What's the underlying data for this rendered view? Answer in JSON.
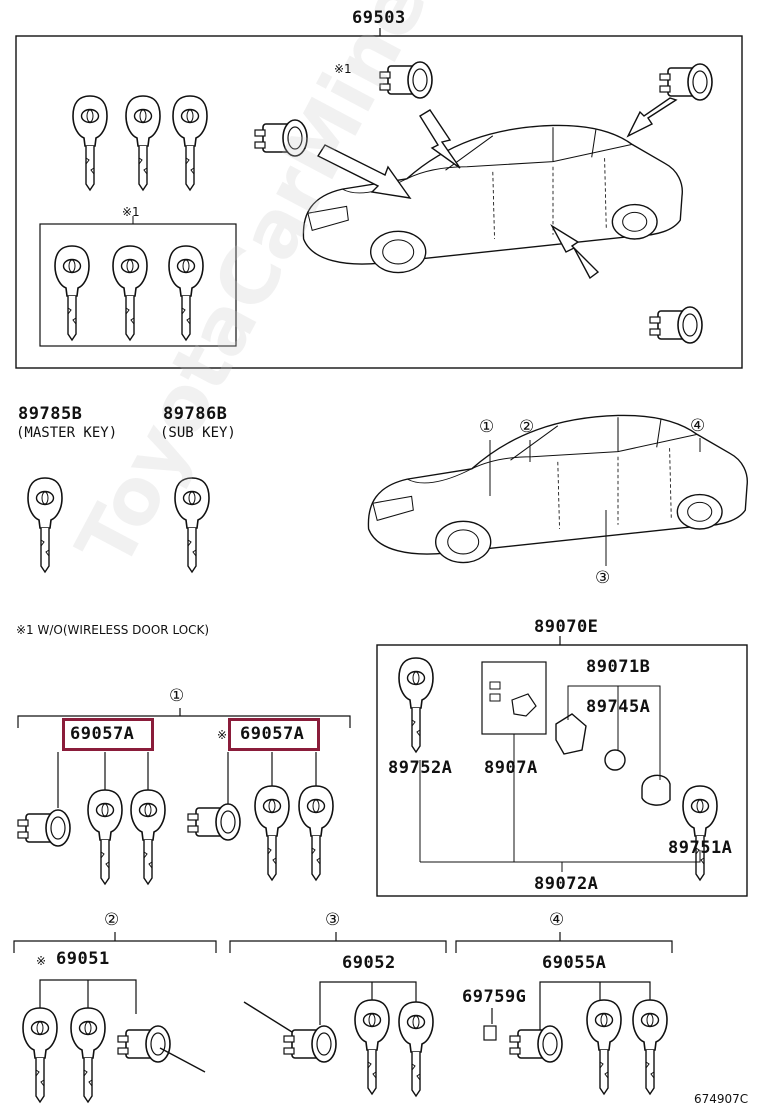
{
  "top_group": {
    "part_no": "69503",
    "note_mark": "※1"
  },
  "inset_mark": "※1",
  "master_key": {
    "part_no": "89785B",
    "label": "(MASTER KEY)"
  },
  "sub_key": {
    "part_no": "89786B",
    "label": "(SUB KEY)"
  },
  "footnote": "※1 W/O(WIRELESS DOOR LOCK)",
  "locations": [
    "①",
    "②",
    "③",
    "④"
  ],
  "group1": {
    "circle": "①",
    "set_a": "69057A",
    "set_b_mark": "※",
    "set_b": "69057A"
  },
  "transmitter": {
    "assy": "89070E",
    "battery_cover": "89071B",
    "battery": "89745A",
    "key_blade": "89752A",
    "board": "8907A",
    "housing": "89751A",
    "sub_assy": "89072A"
  },
  "group2": {
    "circle": "②",
    "mark": "※",
    "part_no": "69051"
  },
  "group3": {
    "circle": "③",
    "part_no": "69052"
  },
  "group4": {
    "circle": "④",
    "part_no": "69055A",
    "clip": "69759G"
  },
  "drawing_code": "674907C",
  "watermark": "ToyotaCarMine.ru"
}
